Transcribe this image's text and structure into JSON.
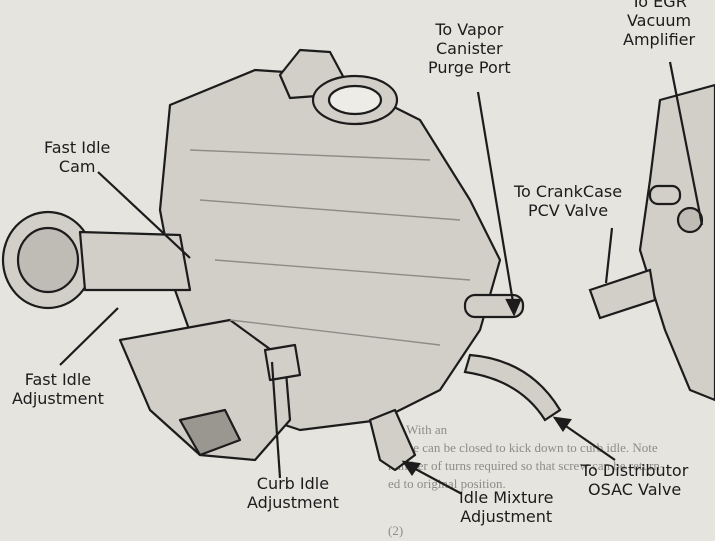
{
  "labels": {
    "egr_amplifier": [
      "To EGR",
      "Vacuum",
      "Amplifier"
    ],
    "vapor_canister": [
      "To Vapor",
      "Canister",
      "Purge Port"
    ],
    "fast_idle_cam": [
      "Fast Idle",
      "Cam"
    ],
    "crankcase_pcv": [
      "To CrankCase",
      "PCV Valve"
    ],
    "fast_idle_adjustment": [
      "Fast Idle",
      "Adjustment"
    ],
    "curb_idle_adjustment": [
      "Curb Idle",
      "Adjustment"
    ],
    "idle_mixture_adjustment": [
      "Idle Mixture",
      "Adjustment"
    ],
    "distributor_osac": [
      "To Distributor",
      "OSAC Valve"
    ]
  },
  "background_text": {
    "instruction_lines": [
      "(1)  With an",
      "choke can be closed to kick down to curb idle.  Note",
      "number of turns required so that screw can be return-",
      "ed to original position."
    ],
    "step_2_line": "(2)"
  },
  "colors": {
    "ink": "#1c1c1c",
    "paper": "#e6e4df",
    "metal": "#d2cfc9",
    "shadow": "#8f8c86"
  }
}
